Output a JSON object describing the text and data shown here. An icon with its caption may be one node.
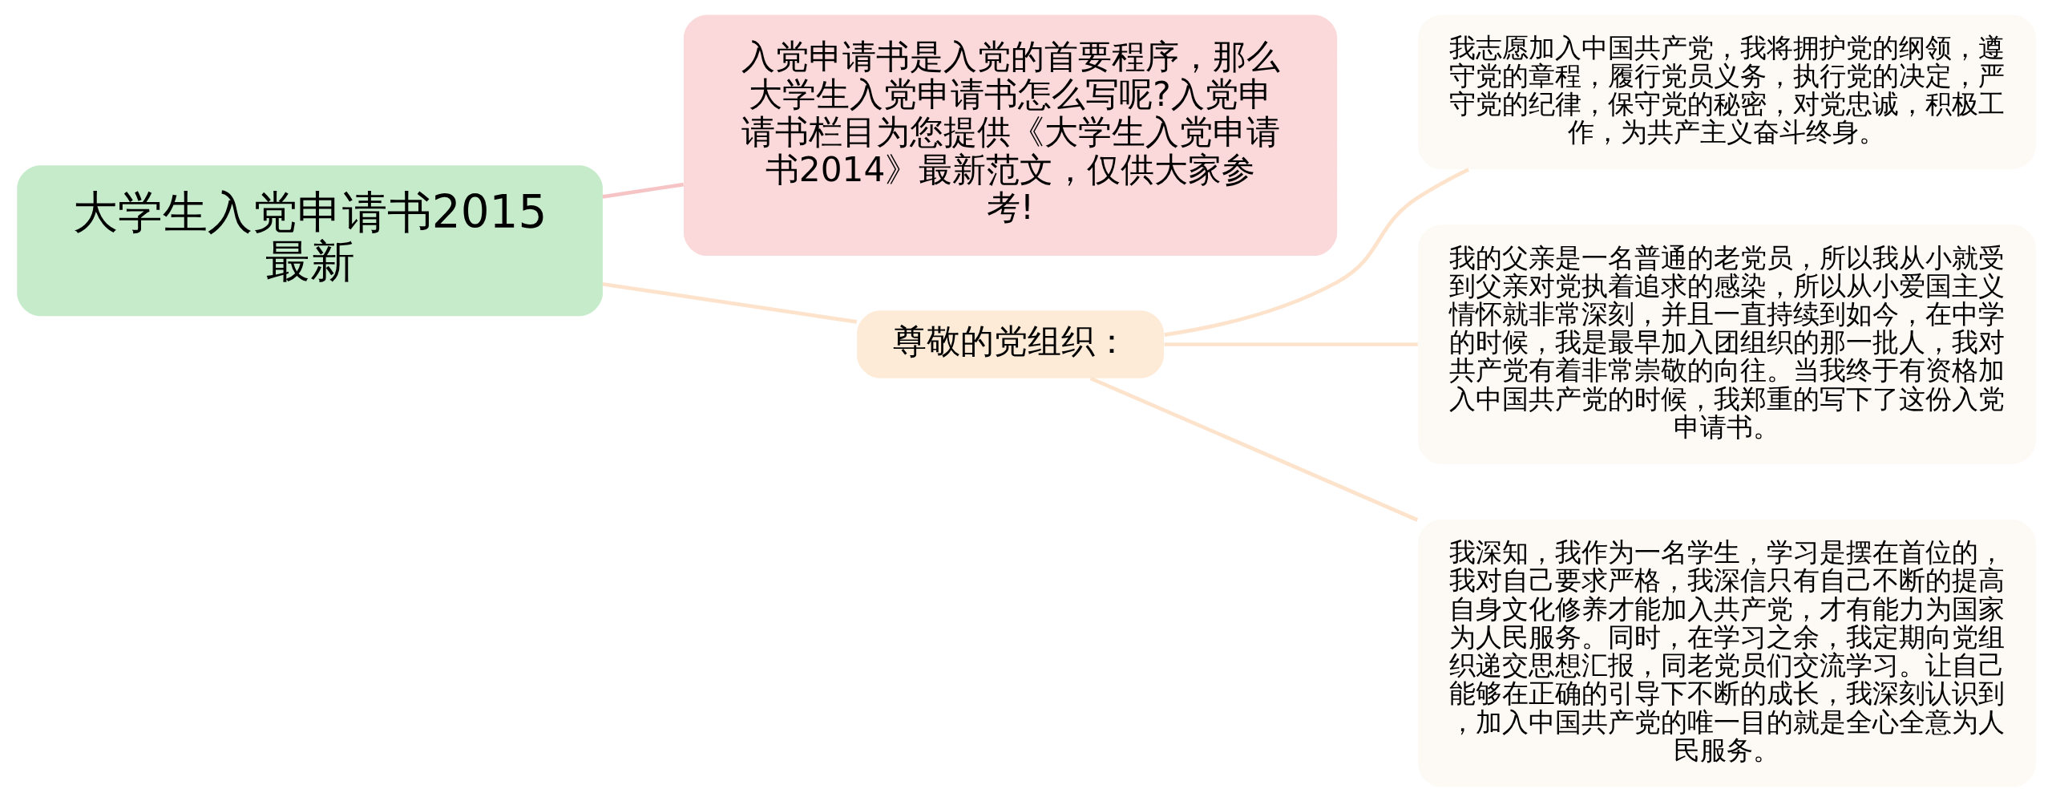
{
  "diagram": {
    "nodes": [
      {
        "text": [
          "大学生入党申请书2015最新"
        ]
      },
      {
        "text": [
          "入党申请书是入党的首要程序，那么大学生入党申请书怎么写呢?入党申请书栏目为您提供《大学生入党申请书2014》最新范文，仅供大家参考!"
        ]
      },
      {
        "text": [
          "尊敬的党组织："
        ]
      },
      {
        "text": [
          "我志愿加入中国共产党，我将拥护党的纲领，遵守党的章程，履行党员义务，执行党的决定，严守党的纪律，保守党的秘密，对党忠诚，积极工作，为共产主义奋斗终身。"
        ]
      },
      {
        "text": [
          "我的父亲是一名普通的老党员，所以我从小就受到父亲对党执着追求的感染，所以从小爱国主义情怀就非常深刻，并且一直持续到如今，在中学的时候，我是最早加入团组织的那一批人，我对共产党有着非常崇敬的向往。当我终于有资格加入中国共产党的时候，我郑重的写下了这份入党申请书。"
        ]
      },
      {
        "text": [
          "我深知，我作为一名学生，学习是摆在首位的，我对自己要求严格，我深信只有自己不断的提高自身文化修养才能加入共产党，才有能力为国家为人民服务。同时，在学习之余，我定期向党组织递交思想汇报，同老党员们交流学习。让自己能够在正确的引导下不断的成长，我深刻认识到，加入中国共产党的唯一目的就是全心全意为人民服务。"
        ]
      }
    ],
    "edges": [
      {
        "from": 0,
        "to": 1,
        "arrow": "none",
        "color": "#f7c4c6"
      },
      {
        "from": 0,
        "to": 2,
        "arrow": "none"
      },
      {
        "from": 2,
        "to": 3,
        "arrow": "none"
      },
      {
        "from": 2,
        "to": 4,
        "arrow": "none"
      },
      {
        "from": 2,
        "to": 5,
        "arrow": "none"
      }
    ]
  }
}
